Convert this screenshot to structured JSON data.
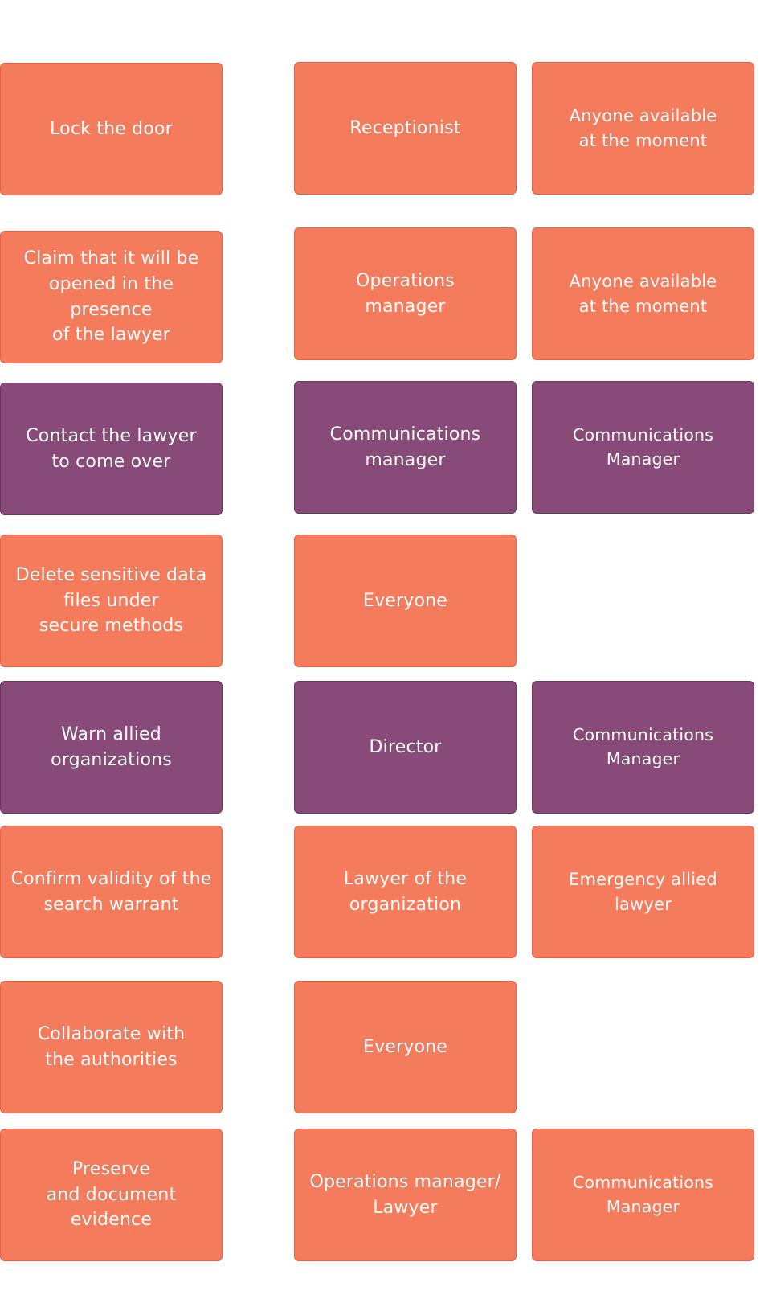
{
  "colors": {
    "orange": "#f47b5c",
    "purple": "#884b79",
    "text": "#ffffff"
  },
  "rows": [
    {
      "action": "Lock the door",
      "responsible": "Receptionist",
      "backup": "Anyone available\nat the moment",
      "color": "orange"
    },
    {
      "action": "Claim that it will be\nopened in the presence\nof the lawyer",
      "responsible": "Operations\nmanager",
      "backup": "Anyone available\nat the moment",
      "color": "orange"
    },
    {
      "action": "Contact the lawyer\nto come over",
      "responsible": "Communications\nmanager",
      "backup": "Communications\nManager",
      "color": "purple"
    },
    {
      "action": "Delete sensitive data\nfiles under\nsecure methods",
      "responsible": "Everyone",
      "backup": "",
      "color": "orange"
    },
    {
      "action": "Warn allied\norganizations",
      "responsible": "Director",
      "backup": "Communications\nManager",
      "color": "purple"
    },
    {
      "action": "Confirm validity of the\nsearch warrant",
      "responsible": "Lawyer of the\norganization",
      "backup": "Emergency allied\nlawyer",
      "color": "orange"
    },
    {
      "action": "Collaborate with\nthe authorities",
      "responsible": "Everyone",
      "backup": "",
      "color": "orange"
    },
    {
      "action": "Preserve\nand document\nevidence",
      "responsible": "Operations manager/\nLawyer",
      "backup": "Communications\nManager",
      "color": "orange"
    }
  ]
}
